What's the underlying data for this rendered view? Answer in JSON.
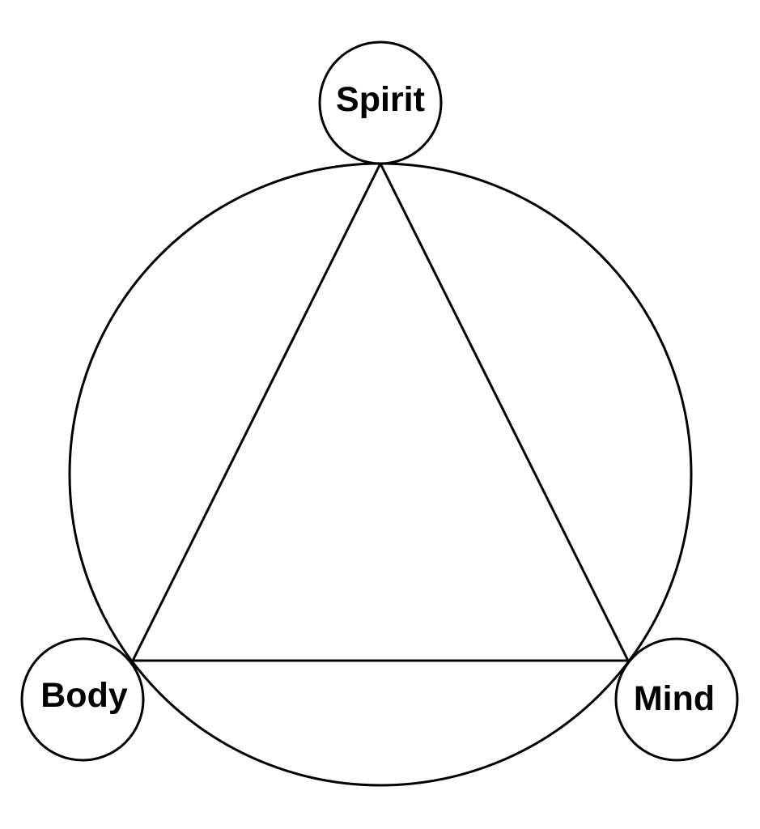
{
  "diagram": {
    "title": "Spirit, Body and Mind triangle",
    "type": "triad-in-circle",
    "colors": {
      "background": "#ffffff",
      "stroke": "#000000",
      "text": "#000000"
    },
    "nodes": [
      {
        "id": "spirit",
        "label": "Spirit",
        "position": "top"
      },
      {
        "id": "body",
        "label": "Body",
        "position": "bottom-left"
      },
      {
        "id": "mind",
        "label": "Mind",
        "position": "bottom-right"
      }
    ],
    "edges": [
      {
        "from": "spirit",
        "to": "body"
      },
      {
        "from": "spirit",
        "to": "mind"
      },
      {
        "from": "body",
        "to": "mind"
      }
    ],
    "enclosing_shape": "circle through all three vertices"
  }
}
